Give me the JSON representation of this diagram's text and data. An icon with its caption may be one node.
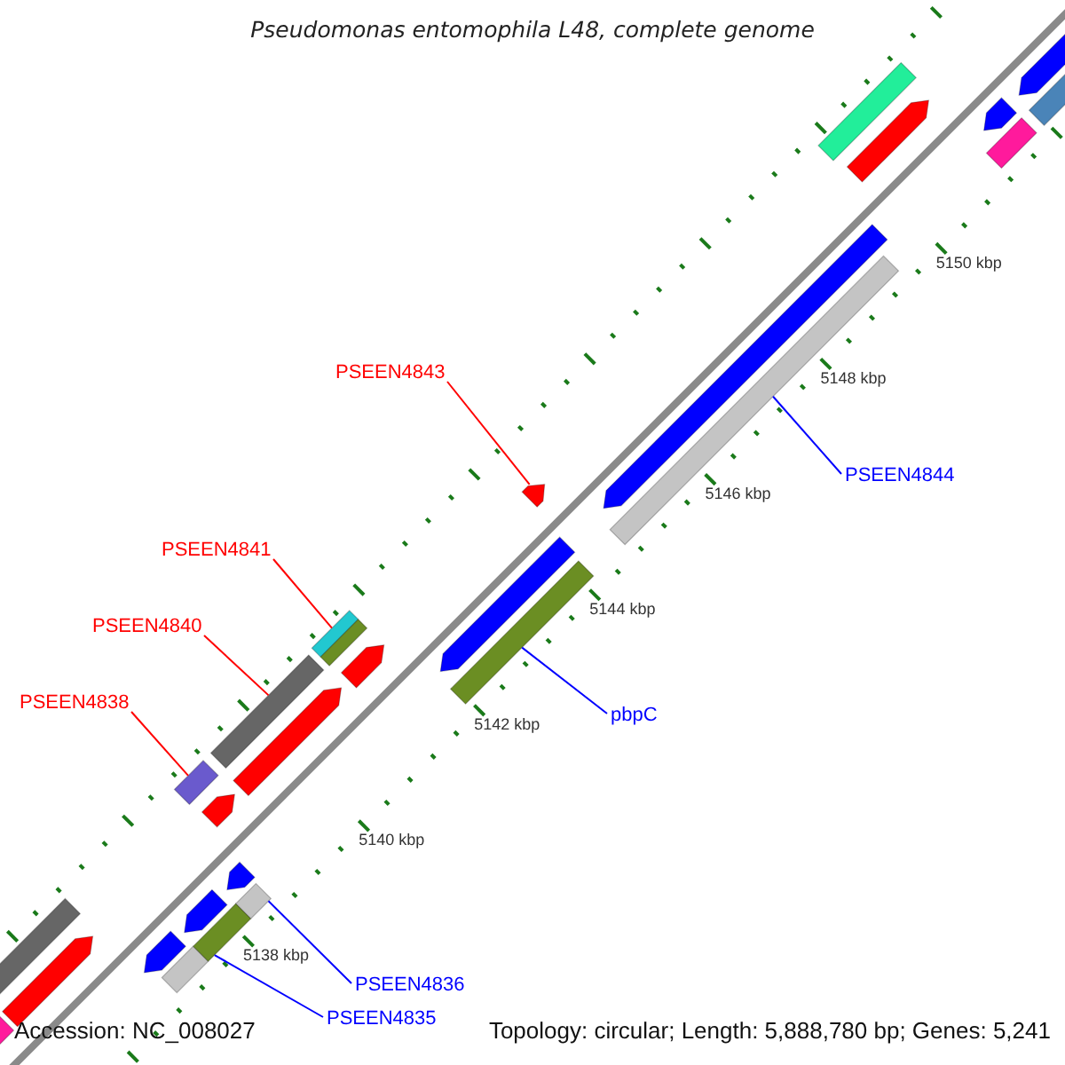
{
  "diagram": {
    "title": "Pseudomonas entomophila L48, complete genome",
    "nodes": [
      {
        "text": [
          "PSEEN4843"
        ]
      },
      {
        "text": [
          "PSEEN4844"
        ]
      },
      {
        "text": [
          "PSEEN4841"
        ]
      },
      {
        "text": [
          "PSEEN4840"
        ]
      },
      {
        "text": [
          "PSEEN4838"
        ]
      },
      {
        "text": [
          "pbpC"
        ]
      },
      {
        "text": [
          "PSEEN4836"
        ]
      },
      {
        "text": [
          "PSEEN4835"
        ]
      },
      {
        "text": [],
        "shape": "bar"
      },
      {
        "text": [],
        "shape": "pentagon"
      },
      {
        "text": [],
        "shape": "pentagon"
      },
      {
        "text": [],
        "shape": "pentagon"
      },
      {
        "text": [],
        "shape": "bar"
      },
      {
        "text": [],
        "shape": "bar"
      },
      {
        "text": [],
        "shape": "pentagon"
      },
      {
        "text": [],
        "shape": "pentagon"
      },
      {
        "text": [],
        "shape": "bar"
      },
      {
        "text": [],
        "shape": "pentagon"
      },
      {
        "text": [],
        "shape": "bar"
      },
      {
        "text": [],
        "shape": "bar"
      },
      {
        "text": [],
        "shape": "bar"
      },
      {
        "text": [],
        "shape": "bar"
      },
      {
        "text": [],
        "shape": "pentagon"
      },
      {
        "text": [],
        "shape": "pentagon"
      },
      {
        "text": [],
        "shape": "bar"
      },
      {
        "text": [],
        "shape": "pentagon"
      },
      {
        "text": [],
        "shape": "bar"
      },
      {
        "text": [],
        "shape": "bar"
      },
      {
        "text": [],
        "shape": "pentagon"
      },
      {
        "text": [],
        "shape": "pentagon"
      },
      {
        "text": [],
        "shape": "pentagon"
      },
      {
        "text": [],
        "shape": "pentagon"
      },
      {
        "text": [],
        "shape": "bar"
      },
      {
        "text": [],
        "shape": "bar"
      },
      {
        "text": [],
        "shape": "bar"
      }
    ],
    "edges": [
      {
        "from": 0,
        "to": 14,
        "arrow": "none",
        "color": "#ff0000"
      },
      {
        "from": 1,
        "to": 16,
        "arrow": "none",
        "color": "#0000ff"
      },
      {
        "from": 2,
        "to": 19,
        "arrow": "none",
        "color": "#ff0000"
      },
      {
        "from": 3,
        "to": 21,
        "arrow": "none",
        "color": "#ff0000"
      },
      {
        "from": 4,
        "to": 24,
        "arrow": "none",
        "color": "#ff0000"
      },
      {
        "from": 5,
        "to": 18,
        "arrow": "none",
        "color": "#0000ff"
      },
      {
        "from": 6,
        "to": 34,
        "arrow": "none",
        "color": "#0000ff"
      },
      {
        "from": 7,
        "to": 33,
        "arrow": "none",
        "color": "#0000ff"
      }
    ],
    "labels": [
      "5150 kbp",
      "5148 kbp",
      "5146 kbp",
      "5144 kbp",
      "5142 kbp",
      "5140 kbp",
      "5138 kbp",
      "Accession: NC_008027",
      "Topology: circular; Length: 5,888,780 bp; Genes: 5,241"
    ]
  }
}
